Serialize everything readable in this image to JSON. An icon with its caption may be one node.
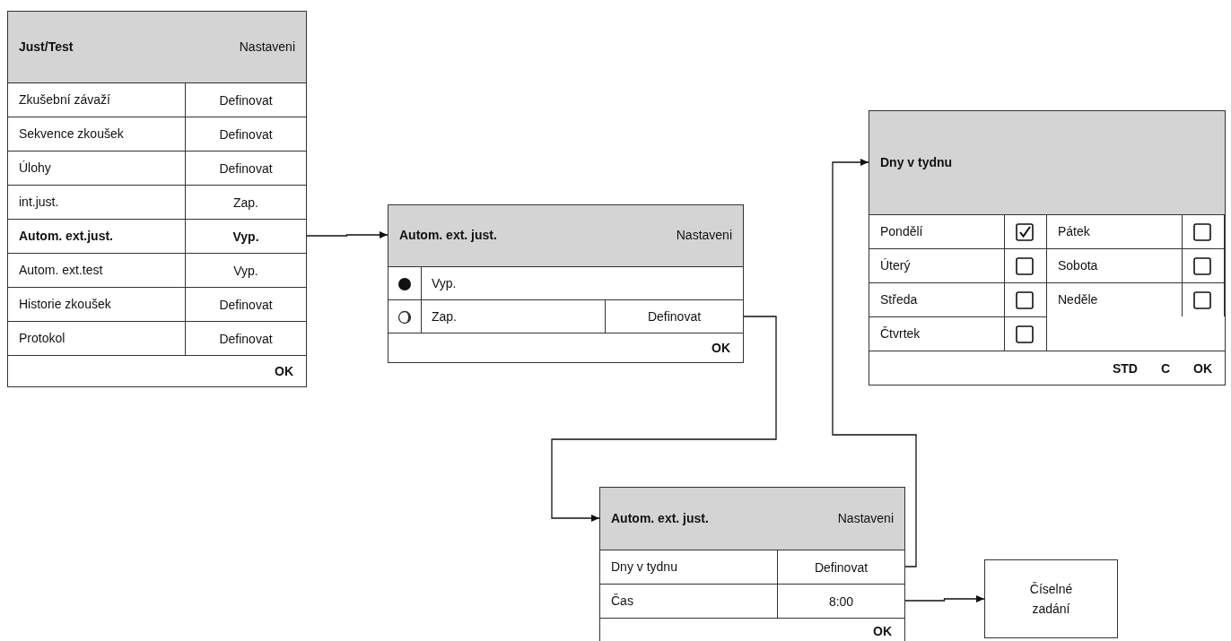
{
  "diagram": {
    "nodes": [
      {
        "text": [
          "Just/Test",
          "Nastaveni"
        ]
      },
      {
        "text": [
          "Zkušební závaží",
          "Definovat"
        ],
        "in": 0
      },
      {
        "text": [
          "Sekvence zkoušek",
          "Definovat"
        ],
        "in": 0
      },
      {
        "text": [
          "Úlohy",
          "Definovat"
        ],
        "in": 0
      },
      {
        "text": [
          "int.just.",
          "Zap."
        ],
        "in": 0
      },
      {
        "text": [
          "Autom. ext.just.",
          "Vyp."
        ],
        "in": 0
      },
      {
        "text": [
          "Autom. ext.test",
          "Vyp."
        ],
        "in": 0
      },
      {
        "text": [
          "Historie zkoušek",
          "Definovat"
        ],
        "in": 0
      },
      {
        "text": [
          "Protokol",
          "Definovat"
        ],
        "in": 0
      },
      {
        "text": [
          "OK"
        ],
        "in": 0
      },
      {
        "text": [
          "Autom. ext. just.",
          "Nastaveni"
        ]
      },
      {
        "text": [
          "Vyp."
        ],
        "in": 10
      },
      {
        "text": [
          "Zap.",
          "Definovat"
        ],
        "in": 10
      },
      {
        "text": [
          "OK"
        ],
        "in": 10
      },
      {
        "text": [
          "Autom. ext. just.",
          "Nastaveni"
        ]
      },
      {
        "text": [
          "Dny v tydnu",
          "Definovat"
        ],
        "in": 14
      },
      {
        "text": [
          "Čas",
          "8:00"
        ],
        "in": 14
      },
      {
        "text": [
          "OK"
        ],
        "in": 14
      },
      {
        "text": [
          "Dny v tydnu"
        ]
      },
      {
        "text": [
          "Pondělí"
        ],
        "in": 18
      },
      {
        "text": [
          "Pátek"
        ],
        "in": 18
      },
      {
        "text": [
          "Úterý"
        ],
        "in": 18
      },
      {
        "text": [
          "Sobota"
        ],
        "in": 18
      },
      {
        "text": [
          "Středa"
        ],
        "in": 18
      },
      {
        "text": [
          "Neděle"
        ],
        "in": 18
      },
      {
        "text": [
          "Čtvrtek"
        ],
        "in": 18
      },
      {
        "text": [
          "STD",
          "C",
          "OK"
        ],
        "in": 18
      },
      {
        "text": [
          "Číselné zadání"
        ]
      }
    ],
    "edges": [
      {
        "from": 5,
        "to": 10,
        "arrow": "to"
      },
      {
        "from": 12,
        "to": 14,
        "arrow": "to"
      },
      {
        "from": 15,
        "to": 18,
        "arrow": "to"
      },
      {
        "from": 16,
        "to": 27,
        "arrow": "to"
      }
    ]
  }
}
